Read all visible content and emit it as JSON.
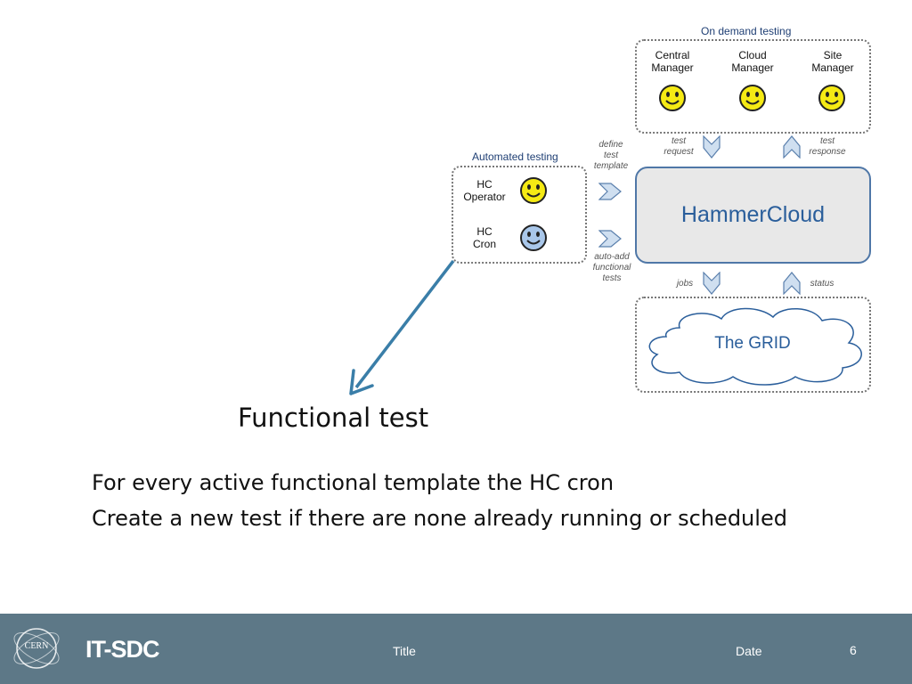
{
  "diagram": {
    "on_demand_title": "On demand testing",
    "on_demand_roles": [
      {
        "label_line1": "Central",
        "label_line2": "Manager"
      },
      {
        "label_line1": "Cloud",
        "label_line2": "Manager"
      },
      {
        "label_line1": "Site",
        "label_line2": "Manager"
      }
    ],
    "automated_title": "Automated testing",
    "automated_roles": [
      {
        "label_line1": "HC",
        "label_line2": "Operator"
      },
      {
        "label_line1": "HC",
        "label_line2": "Cron"
      }
    ],
    "flow_labels": {
      "test_request_1": "test",
      "test_request_2": "request",
      "test_response_1": "test",
      "test_response_2": "response",
      "define_1": "define",
      "define_2": "test",
      "define_3": "template",
      "autoadd_1": "auto-add",
      "autoadd_2": "functional",
      "autoadd_3": "tests",
      "jobs": "jobs",
      "status": "status"
    },
    "hammercloud_label": "HammerCloud",
    "grid_label": "The GRID"
  },
  "slide": {
    "heading": "Functional test",
    "line1": "For every active functional template the HC cron",
    "line2": "Create a new test if there are none already running or scheduled"
  },
  "footer": {
    "logo_text": "CERN",
    "brand": "IT-SDC",
    "title": "Title",
    "date": "Date",
    "page_number": "6"
  },
  "colors": {
    "smiley_yellow": "#f5ea14",
    "smiley_blue": "#a9c7ea",
    "arrow_blue": "#3a7ea8",
    "footer_bg": "#5d7887",
    "hammercloud_text": "#2a5e9b"
  }
}
